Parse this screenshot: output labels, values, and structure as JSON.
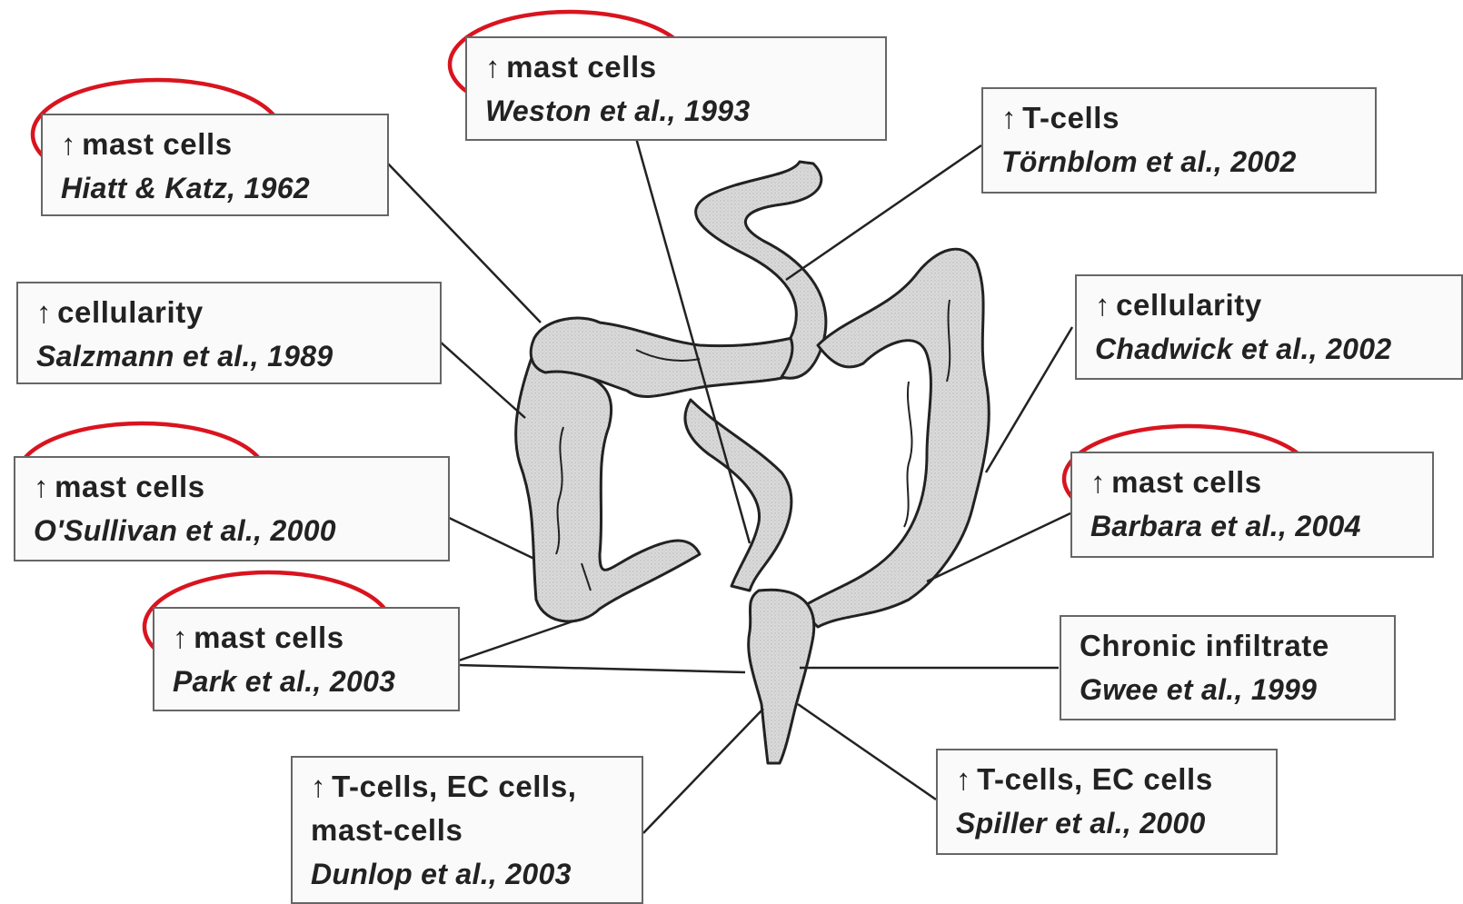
{
  "colors": {
    "highlight": "#d9141f",
    "colon_fill": "#d8d8d8",
    "outline": "#222222",
    "box_border": "#666666"
  },
  "up_arrow": "↑",
  "boxes": [
    {
      "id": "hiatt",
      "finding": "mast cells",
      "ref": "Hiatt & Katz, 1962",
      "highlighted": true
    },
    {
      "id": "weston",
      "finding": "mast cells",
      "ref": "Weston et al., 1993",
      "highlighted": true
    },
    {
      "id": "tornblom",
      "finding": "T-cells",
      "ref": "Törnblom et al., 2002",
      "highlighted": false
    },
    {
      "id": "salzmann",
      "finding": "cellularity",
      "ref": "Salzmann et al., 1989",
      "highlighted": false
    },
    {
      "id": "chadwick",
      "finding": "cellularity",
      "ref": "Chadwick et al., 2002",
      "highlighted": false
    },
    {
      "id": "osullivan",
      "finding": "mast cells",
      "ref": "O'Sullivan et al., 2000",
      "highlighted": true
    },
    {
      "id": "barbara",
      "finding": "mast cells",
      "ref": "Barbara et al., 2004",
      "highlighted": true
    },
    {
      "id": "park",
      "finding": "mast cells",
      "ref": "Park et al., 2003",
      "highlighted": true
    },
    {
      "id": "gwee",
      "finding": "Chronic infiltrate",
      "ref": "Gwee et al., 1999",
      "highlighted": false,
      "no_arrow": true
    },
    {
      "id": "spiller",
      "finding": "T-cells, EC cells",
      "ref": "Spiller et al., 2000",
      "highlighted": false
    },
    {
      "id": "dunlop",
      "finding": "T-cells, EC cells,",
      "finding2": "mast-cells",
      "ref": "Dunlop et al., 2003",
      "highlighted": false
    }
  ]
}
